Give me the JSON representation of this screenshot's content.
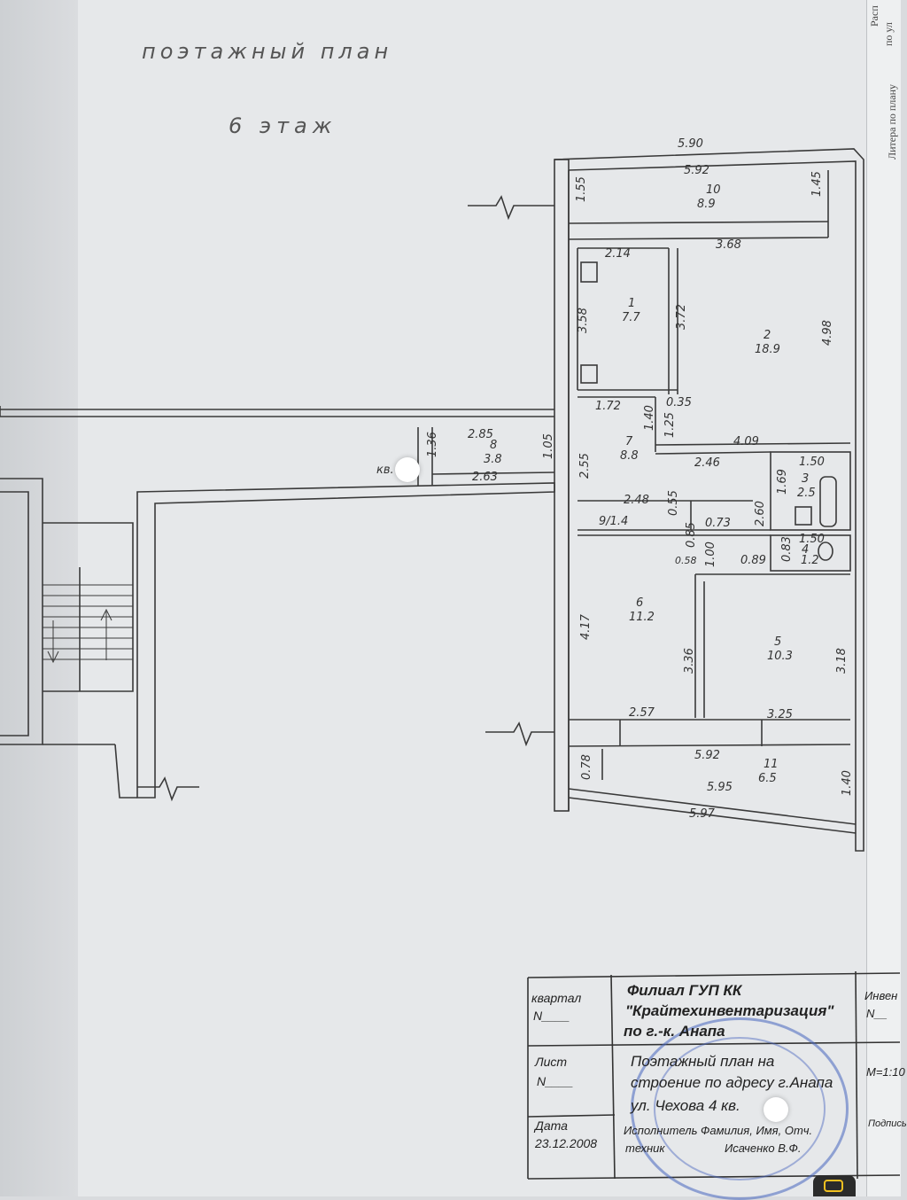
{
  "header": {
    "title": "поэтажный план",
    "floor": "6 этаж"
  },
  "rooms": [
    {
      "num": "10",
      "area": "8.9"
    },
    {
      "num": "1",
      "area": "7.7"
    },
    {
      "num": "2",
      "area": "18.9"
    },
    {
      "num": "7",
      "area": "8.8"
    },
    {
      "num": "8",
      "area": "3.8"
    },
    {
      "num": "3",
      "area": "2.5"
    },
    {
      "num": "4",
      "area": "1.2"
    },
    {
      "num": "9/1.4",
      "area": ""
    },
    {
      "num": "6",
      "area": "11.2"
    },
    {
      "num": "5",
      "area": "10.3"
    },
    {
      "num": "11",
      "area": "6.5"
    }
  ],
  "dims": [
    "5.90",
    "5.92",
    "1.55",
    "1.45",
    "2.14",
    "3.68",
    "3.58",
    "3.72",
    "4.98",
    "1.72",
    "1.40",
    "0.35",
    "1.25",
    "4.09",
    "2.85",
    "1.36",
    "1.05",
    "2.55",
    "2.63",
    "2.46",
    "1.50",
    "1.69",
    "2.60",
    "2.48",
    "0.55",
    "0.73",
    "1.50",
    "0.85",
    "1.00",
    "0.58",
    "0.89",
    "0.83",
    "4.17",
    "3.36",
    "3.18",
    "2.57",
    "3.25",
    "5.92",
    "0.78",
    "1.40",
    "5.95",
    "5.97"
  ],
  "apartment_label": "кв.",
  "stamp": {
    "kvartal": "квартал",
    "kvartal_n": "N____",
    "org_line1": "Филиал ГУП КК",
    "org_line2": "\"Крайтехинвентаризация\"",
    "org_line3": "по г.-к. Анапа",
    "inv": "Инвен",
    "inv_n": "N__",
    "list": "Лист",
    "list_n": "N____",
    "plan_line1": "Поэтажный план на",
    "plan_line2": "строение по адресу г.Анапа",
    "plan_line3": "ул. Чехова 4 кв.",
    "scale": "М=1:10",
    "date_label": "Дата",
    "date": "23.12.2008",
    "exec_line": "Исполнитель Фамилия, Имя, Отч.",
    "tech_label": "техник",
    "tech_name": "Исаченко В.Ф.",
    "sign": "Подпись"
  },
  "side": {
    "top1": "Расп",
    "top2": "по ул",
    "litera": "Литера по плану"
  }
}
